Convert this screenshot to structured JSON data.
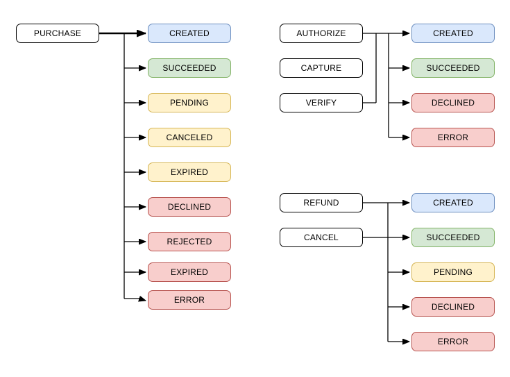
{
  "colors": {
    "edge": "#000000",
    "white": {
      "fill": "#ffffff",
      "stroke": "#000000"
    },
    "blue": {
      "fill": "#dae8fc",
      "stroke": "#6c8ebf"
    },
    "green": {
      "fill": "#d5e8d4",
      "stroke": "#82b366"
    },
    "yellow": {
      "fill": "#fff2cc",
      "stroke": "#d6b656"
    },
    "red": {
      "fill": "#f8cecc",
      "stroke": "#b85450"
    }
  },
  "diagram": {
    "groups": [
      {
        "id": "purchase",
        "operations": [
          {
            "label": "PURCHASE"
          }
        ],
        "states": [
          {
            "label": "CREATED",
            "kind": "blue"
          },
          {
            "label": "SUCCEEDED",
            "kind": "green"
          },
          {
            "label": "PENDING",
            "kind": "yellow"
          },
          {
            "label": "CANCELED",
            "kind": "yellow"
          },
          {
            "label": "EXPIRED",
            "kind": "yellow"
          },
          {
            "label": "DECLINED",
            "kind": "red"
          },
          {
            "label": "REJECTED",
            "kind": "red"
          },
          {
            "label": "EXPIRED",
            "kind": "red"
          },
          {
            "label": "ERROR",
            "kind": "red"
          }
        ],
        "edges": [
          {
            "from": "PURCHASE",
            "to": [
              "CREATED",
              "SUCCEEDED",
              "PENDING",
              "CANCELED",
              "EXPIRED",
              "DECLINED",
              "REJECTED",
              "EXPIRED",
              "ERROR"
            ]
          }
        ]
      },
      {
        "id": "authorize",
        "operations": [
          {
            "label": "AUTHORIZE"
          },
          {
            "label": "CAPTURE"
          },
          {
            "label": "VERIFY"
          }
        ],
        "states": [
          {
            "label": "CREATED",
            "kind": "blue"
          },
          {
            "label": "SUCCEEDED",
            "kind": "green"
          },
          {
            "label": "DECLINED",
            "kind": "red"
          },
          {
            "label": "ERROR",
            "kind": "red"
          }
        ],
        "edges": [
          {
            "from": "AUTHORIZE",
            "to": [
              "CREATED",
              "SUCCEEDED",
              "DECLINED",
              "ERROR"
            ]
          },
          {
            "from": "VERIFY",
            "to": [
              "CREATED",
              "SUCCEEDED",
              "DECLINED",
              "ERROR"
            ]
          },
          {
            "from": "CAPTURE",
            "to": []
          }
        ]
      },
      {
        "id": "refund",
        "operations": [
          {
            "label": "REFUND"
          },
          {
            "label": "CANCEL"
          }
        ],
        "states": [
          {
            "label": "CREATED",
            "kind": "blue"
          },
          {
            "label": "SUCCEEDED",
            "kind": "green"
          },
          {
            "label": "PENDING",
            "kind": "yellow"
          },
          {
            "label": "DECLINED",
            "kind": "red"
          },
          {
            "label": "ERROR",
            "kind": "red"
          }
        ],
        "edges": [
          {
            "from": "REFUND",
            "to": [
              "CREATED",
              "PENDING",
              "DECLINED",
              "ERROR"
            ]
          },
          {
            "from": "CANCEL",
            "to": [
              "SUCCEEDED"
            ]
          }
        ]
      }
    ]
  }
}
